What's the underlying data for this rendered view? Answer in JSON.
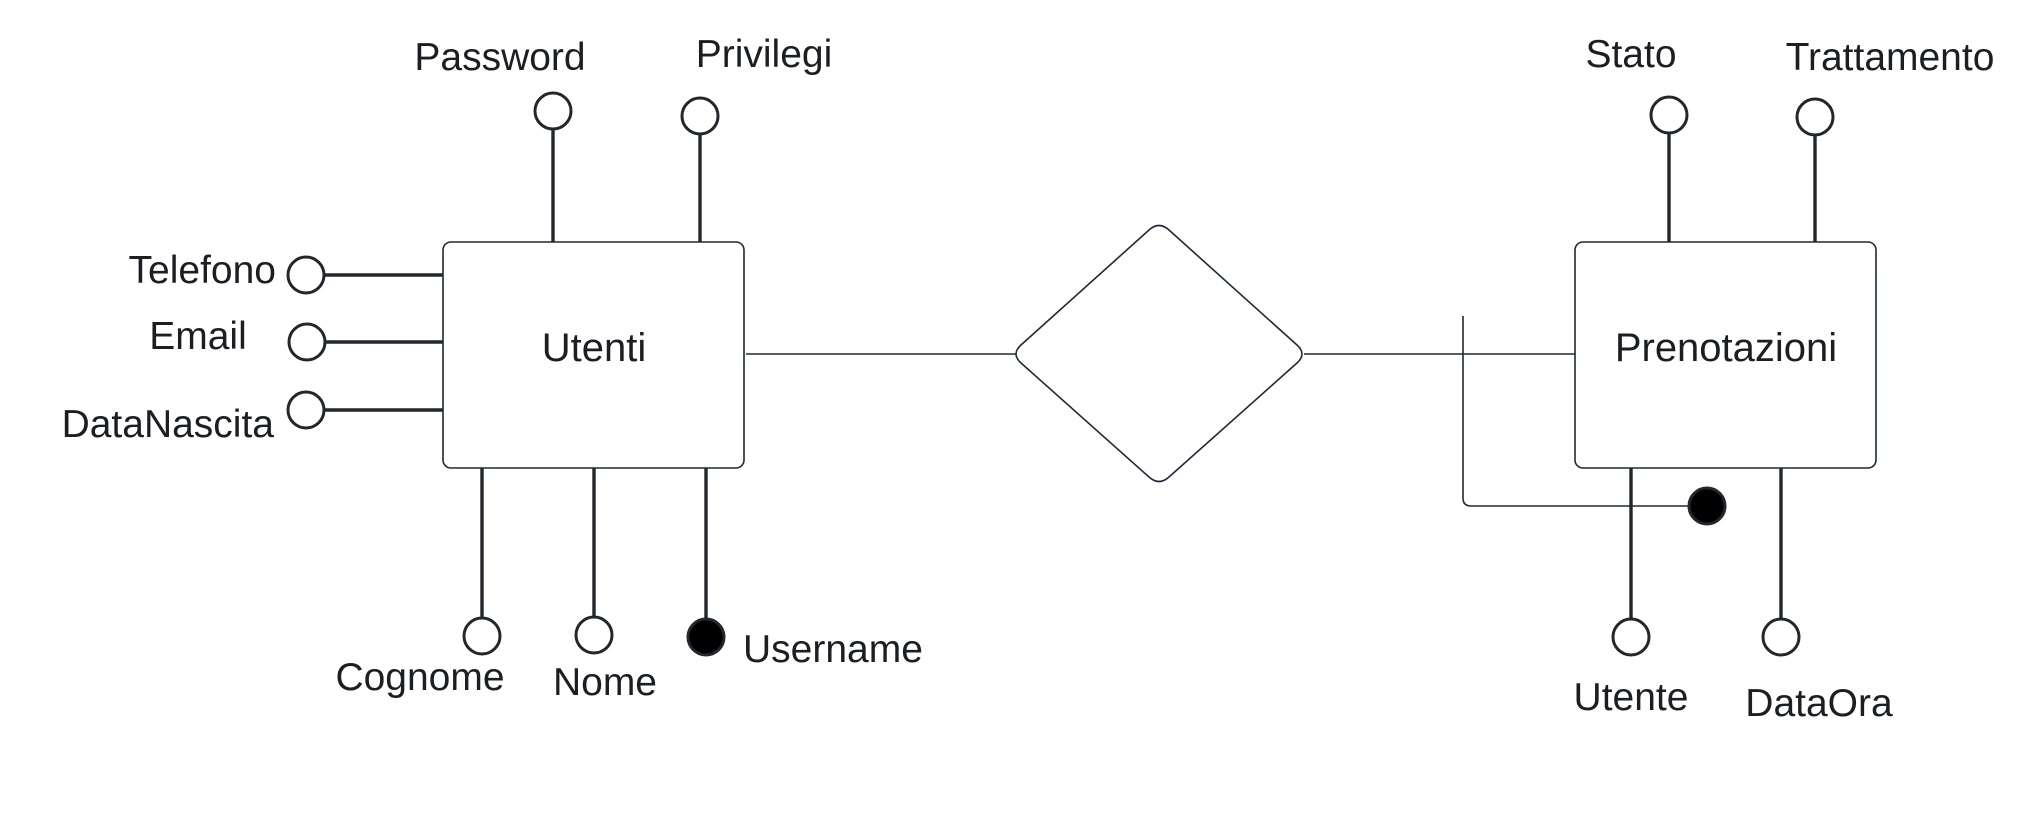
{
  "diagram": {
    "entities": {
      "utenti": {
        "label": "Utenti",
        "attributes": {
          "password": "Password",
          "privilegi": "Privilegi",
          "telefono": "Telefono",
          "email": "Email",
          "data_nascita": "DataNascita",
          "cognome": "Cognome",
          "nome": "Nome",
          "username": "Username"
        },
        "key_attributes": [
          "Username"
        ]
      },
      "prenotazioni": {
        "label": "Prenotazioni",
        "attributes": {
          "stato": "Stato",
          "trattamento": "Trattamento",
          "utente": "Utente",
          "data_ora": "DataOra"
        },
        "composite_identifier": true
      }
    },
    "relationship": {
      "label": "",
      "connects": [
        "Utenti",
        "Prenotazioni"
      ]
    },
    "colors": {
      "line": "#1e2a36",
      "attribute_line": "#22272e",
      "text": "#1b1f24",
      "key_fill": "#000000",
      "background": "#ffffff"
    }
  }
}
